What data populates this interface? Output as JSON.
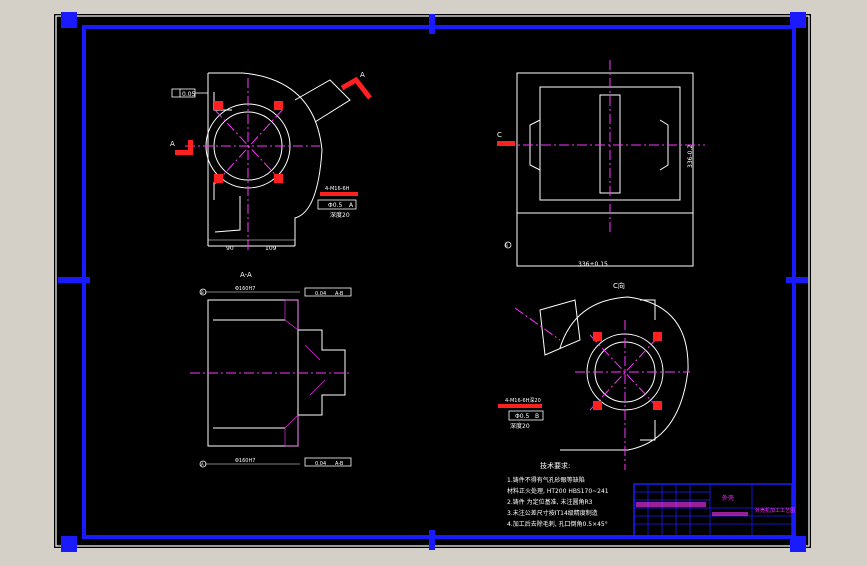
{
  "colors": {
    "background": "#000000",
    "outer_border": "#ffffff",
    "frame_blue": "#1a1aff",
    "geometry": "#ffffff",
    "centerline": "#ff33ff",
    "datum_red": "#ff2020",
    "title_block": "#1a1aff"
  },
  "views": {
    "section_label": "A-A",
    "view_c_label": "C向",
    "arrow_a": "A",
    "arrow_c": "C"
  },
  "dimensions": {
    "flatness": "0.05",
    "dim_90": "90",
    "dim_109": "109",
    "hole_top": "Φ160H7",
    "hole_bottom": "Φ160H7",
    "tol_top": "0.04",
    "tol_top_ref": "A-B",
    "tol_bottom": "0.04",
    "tol_bottom_ref": "A-B",
    "datum_a": "A",
    "datum_b": "B",
    "pos_tol_1": "Φ0.5",
    "pos_tol_1_ref": "A",
    "pos_tol_2": "Φ0.5",
    "pos_tol_2_ref": "B",
    "dim_width": "336-0.2",
    "dim_length": "336±0.15",
    "hole_note_1": "4-M16-6H",
    "thread_depth_1": "深度20",
    "hole_note_2": "4-M16-6H深20",
    "thread_depth_2": "深度20"
  },
  "notes": {
    "title": "技术要求:",
    "lines": [
      "1.铸件不得有气孔砂眼等缺陷",
      "  材料正火处理, HT200 HBS170~241",
      "2.铸件   为定位基准,   未注圆角R3",
      "3.未注公差尺寸按IT14级精度制造",
      "4.加工后去除毛刺, 孔口倒角0.5×45°"
    ]
  },
  "title_block": {
    "part_name": "外壳",
    "drawing_name": "外壳机加工工艺图"
  }
}
